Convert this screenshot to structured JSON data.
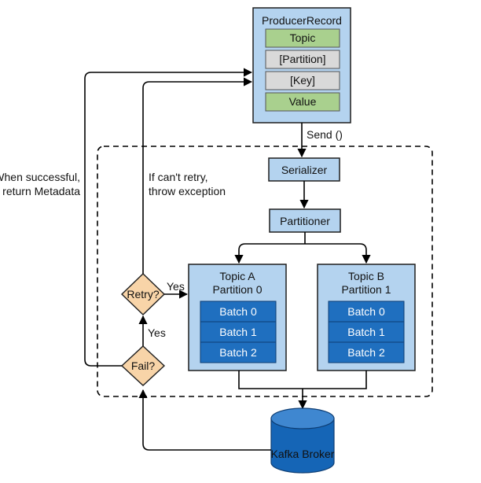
{
  "producer_record": {
    "title": "ProducerRecord",
    "fields": [
      {
        "label": "Topic",
        "color": "#a9d08e"
      },
      {
        "label": "[Partition]",
        "color": "#d9d9d9"
      },
      {
        "label": "[Key]",
        "color": "#d9d9d9"
      },
      {
        "label": "Value",
        "color": "#a9d08e"
      }
    ]
  },
  "send_label": "Send ()",
  "serializer_label": "Serializer",
  "partitioner_label": "Partitioner",
  "topic_a": {
    "line1": "Topic A",
    "line2": "Partition 0",
    "batches": [
      "Batch 0",
      "Batch 1",
      "Batch 2"
    ]
  },
  "topic_b": {
    "line1": "Topic B",
    "line2": "Partition 1",
    "batches": [
      "Batch 0",
      "Batch 1",
      "Batch 2"
    ]
  },
  "retry_label": "Retry?",
  "fail_label": "Fail?",
  "yes_retry_label": "Yes",
  "yes_fail_label": "Yes",
  "success_note": {
    "line1": "When successful,",
    "line2": "return Metadata"
  },
  "cant_retry_note": {
    "line1": "If can't retry,",
    "line2": "throw exception"
  },
  "broker_label": "Kafka Broker",
  "colors": {
    "box_fill": "#b4d3ef",
    "box_stroke": "#1f1f1f",
    "batch_fill": "#1f6fbf",
    "diamond_fill": "#f8d4a8",
    "broker_fill": "#1565b6",
    "line": "#000000"
  }
}
